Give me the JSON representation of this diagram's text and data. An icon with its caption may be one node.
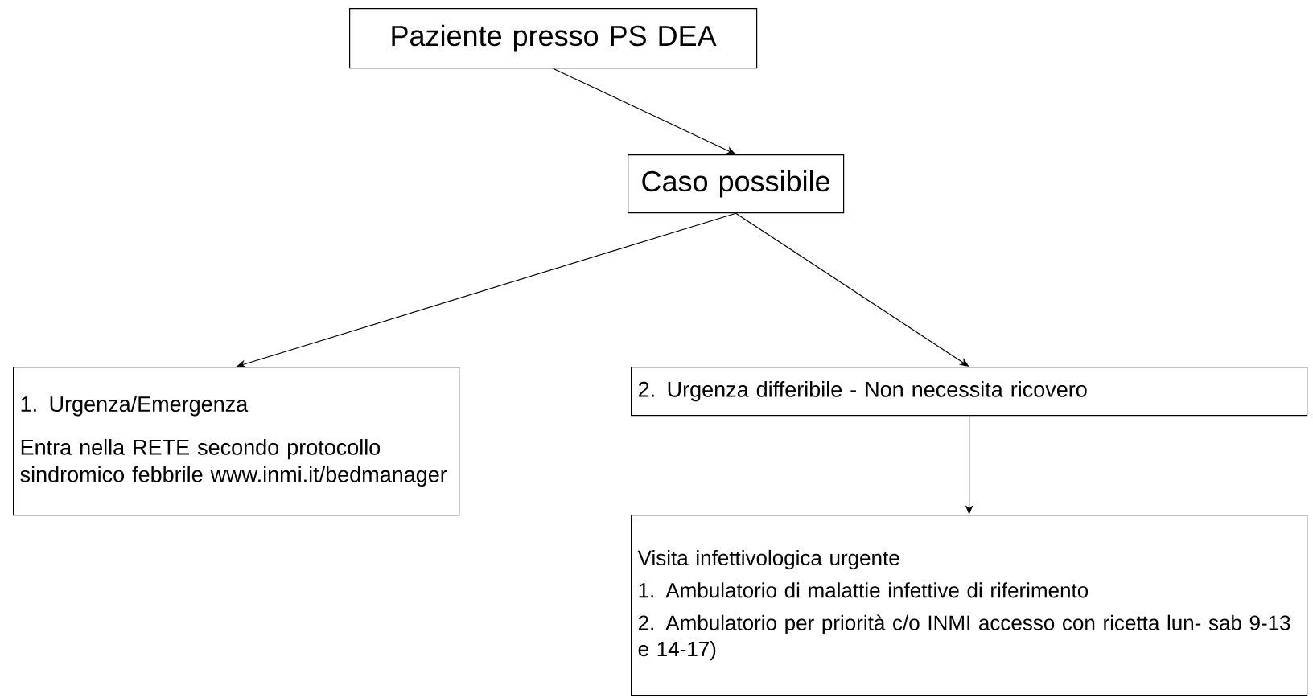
{
  "diagram": {
    "nodes": [
      {
        "text": [
          "Paziente presso PS DEA"
        ]
      },
      {
        "text": [
          "Caso possibile"
        ]
      },
      {
        "text": [
          "1. Urgenza/Emergenza",
          "Entra nella RETE secondo protocollo sindromico febbrile www.inmi.it/bedmanager"
        ]
      },
      {
        "text": [
          "2. Urgenza differibile - Non necessita ricovero"
        ]
      },
      {
        "text": [
          "Visita infettivologica urgente",
          "1. Ambulatorio di malattie infettive di riferimento",
          "2. Ambulatorio per priorità c/o INMI accesso con ricetta lun- sab 9-13 e 14-17)"
        ]
      }
    ],
    "edges": [
      {
        "from": 0,
        "to": 1,
        "arrow": "to"
      },
      {
        "from": 1,
        "to": 2,
        "arrow": "to"
      },
      {
        "from": 1,
        "to": 3,
        "arrow": "to"
      },
      {
        "from": 3,
        "to": 4,
        "arrow": "to"
      }
    ]
  }
}
